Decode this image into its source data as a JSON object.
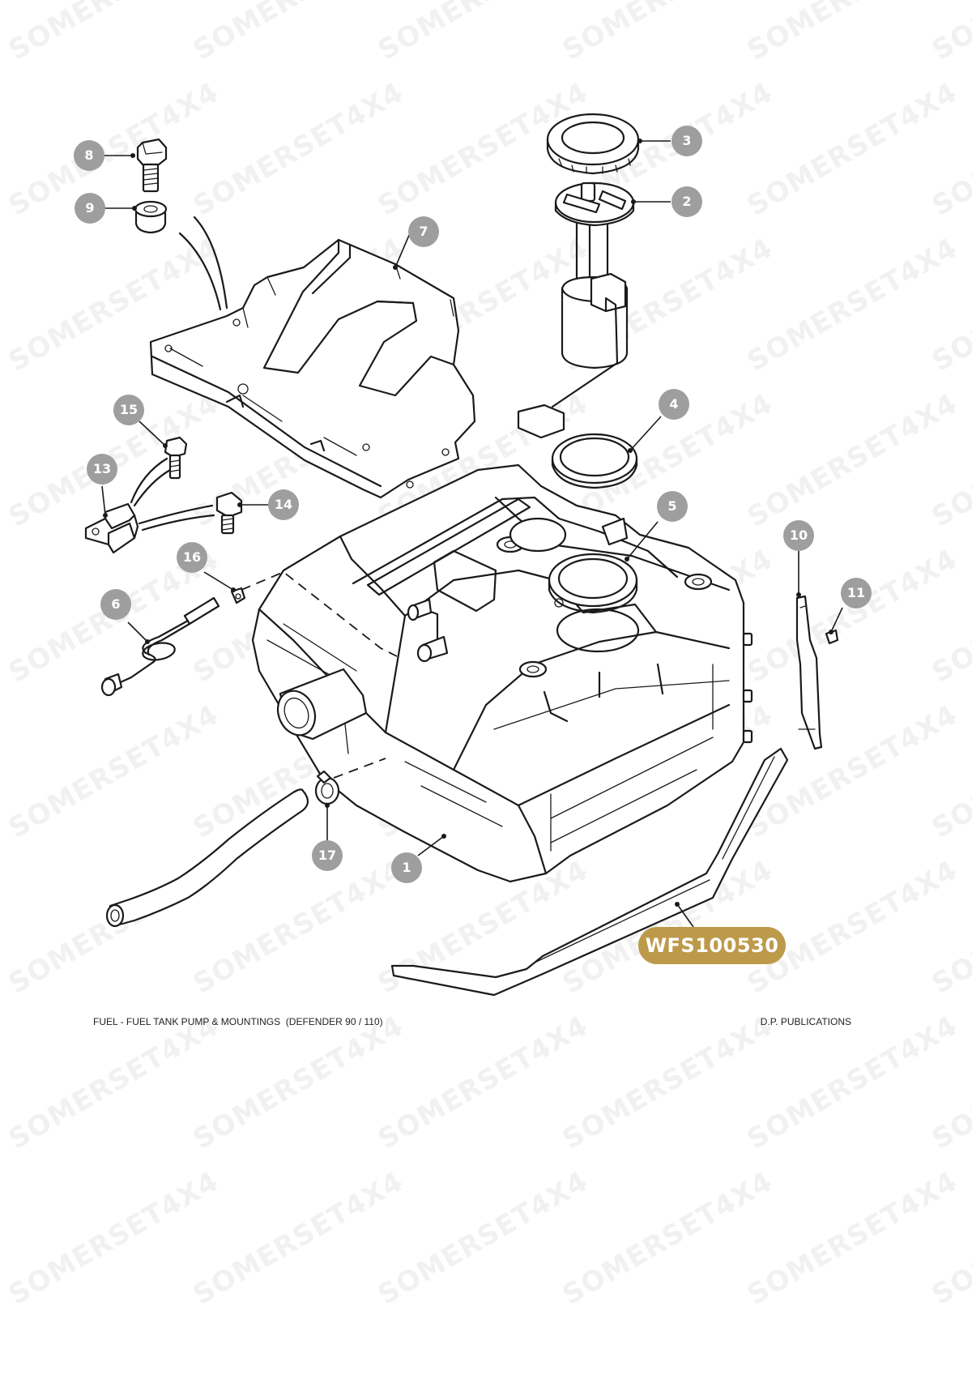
{
  "watermark_text": "SOMERSET4X4",
  "callouts": {
    "c1": "1",
    "c2": "2",
    "c3": "3",
    "c4": "4",
    "c5": "5",
    "c6": "6",
    "c7": "7",
    "c8": "8",
    "c9": "9",
    "c10": "10",
    "c11": "11",
    "c13": "13",
    "c14": "14",
    "c15": "15",
    "c16": "16",
    "c17": "17"
  },
  "reference_badge": "WFS100530",
  "footer": {
    "caption": "FUEL - FUEL TANK PUMP & MOUNTINGS  (DEFENDER 90 / 110)",
    "publisher": "D.P. PUBLICATIONS"
  },
  "colors": {
    "callout_fill": "#9e9e9e",
    "badge_fill": "#bd9a4a",
    "line": "#1a1a1a",
    "watermark": "#f1f1f1"
  }
}
